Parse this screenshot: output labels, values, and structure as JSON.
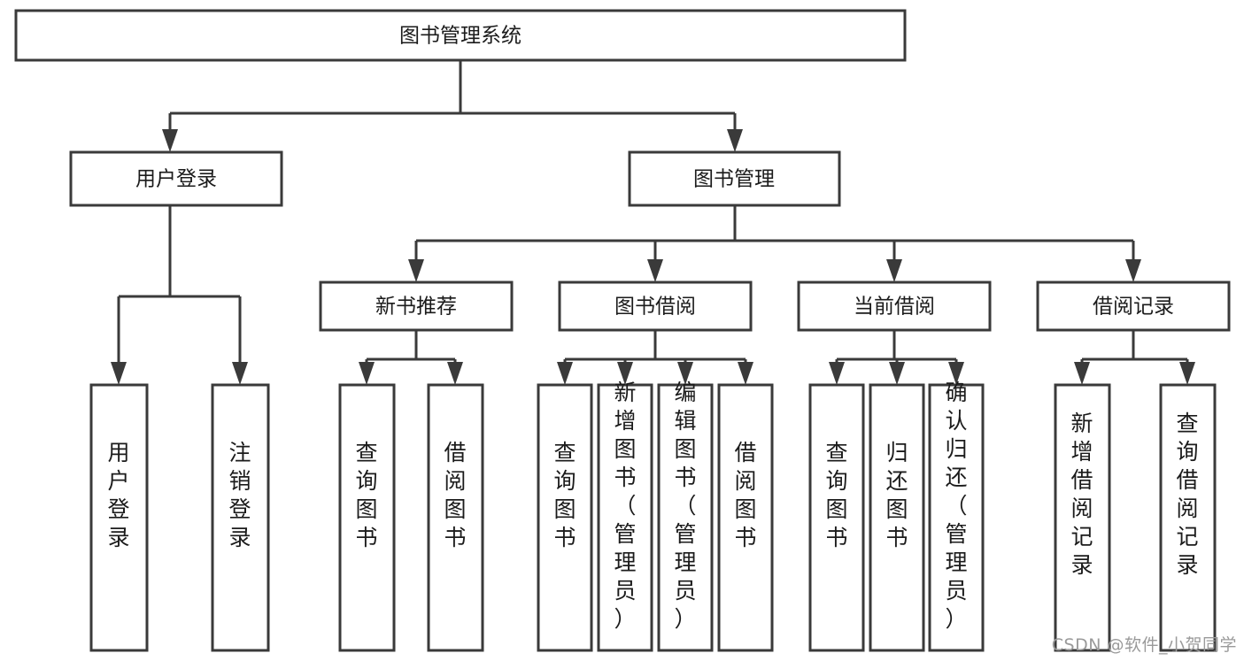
{
  "diagram": {
    "title": "图书管理系统",
    "type": "tree",
    "watermark": "CSDN @软件_小贺同学",
    "colors": {
      "stroke": "#3a3a3a",
      "fill": "#ffffff",
      "text": "#1b1b1b",
      "watermark": "#9a9a9a"
    },
    "nodes": {
      "root": "图书管理系统",
      "level2": [
        "用户登录",
        "图书管理"
      ],
      "level3": [
        "新书推荐",
        "图书借阅",
        "当前借阅",
        "借阅记录"
      ],
      "leaves_user_login": [
        "用户登录",
        "注销登录"
      ],
      "leaves_new_book": [
        "查询图书",
        "借阅图书"
      ],
      "leaves_borrow": [
        "查询图书",
        "新增图书（管理员）",
        "编辑图书（管理员）",
        "借阅图书"
      ],
      "leaves_current": [
        "查询图书",
        "归还图书",
        "确认归还（管理员）"
      ],
      "leaves_record": [
        "新增借阅记录",
        "查询借阅记录"
      ]
    }
  },
  "chart_data": {
    "type": "table",
    "title": "图书管理系统",
    "structure": [
      {
        "level": 1,
        "label": "图书管理系统",
        "children": [
          "用户登录",
          "图书管理"
        ]
      },
      {
        "level": 2,
        "label": "用户登录",
        "children": [
          "用户登录",
          "注销登录"
        ]
      },
      {
        "level": 2,
        "label": "图书管理",
        "children": [
          "新书推荐",
          "图书借阅",
          "当前借阅",
          "借阅记录"
        ]
      },
      {
        "level": 3,
        "label": "新书推荐",
        "children": [
          "查询图书",
          "借阅图书"
        ]
      },
      {
        "level": 3,
        "label": "图书借阅",
        "children": [
          "查询图书",
          "新增图书（管理员）",
          "编辑图书（管理员）",
          "借阅图书"
        ]
      },
      {
        "level": 3,
        "label": "当前借阅",
        "children": [
          "查询图书",
          "归还图书",
          "确认归还（管理员）"
        ]
      },
      {
        "level": 3,
        "label": "借阅记录",
        "children": [
          "新增借阅记录",
          "查询借阅记录"
        ]
      }
    ]
  }
}
